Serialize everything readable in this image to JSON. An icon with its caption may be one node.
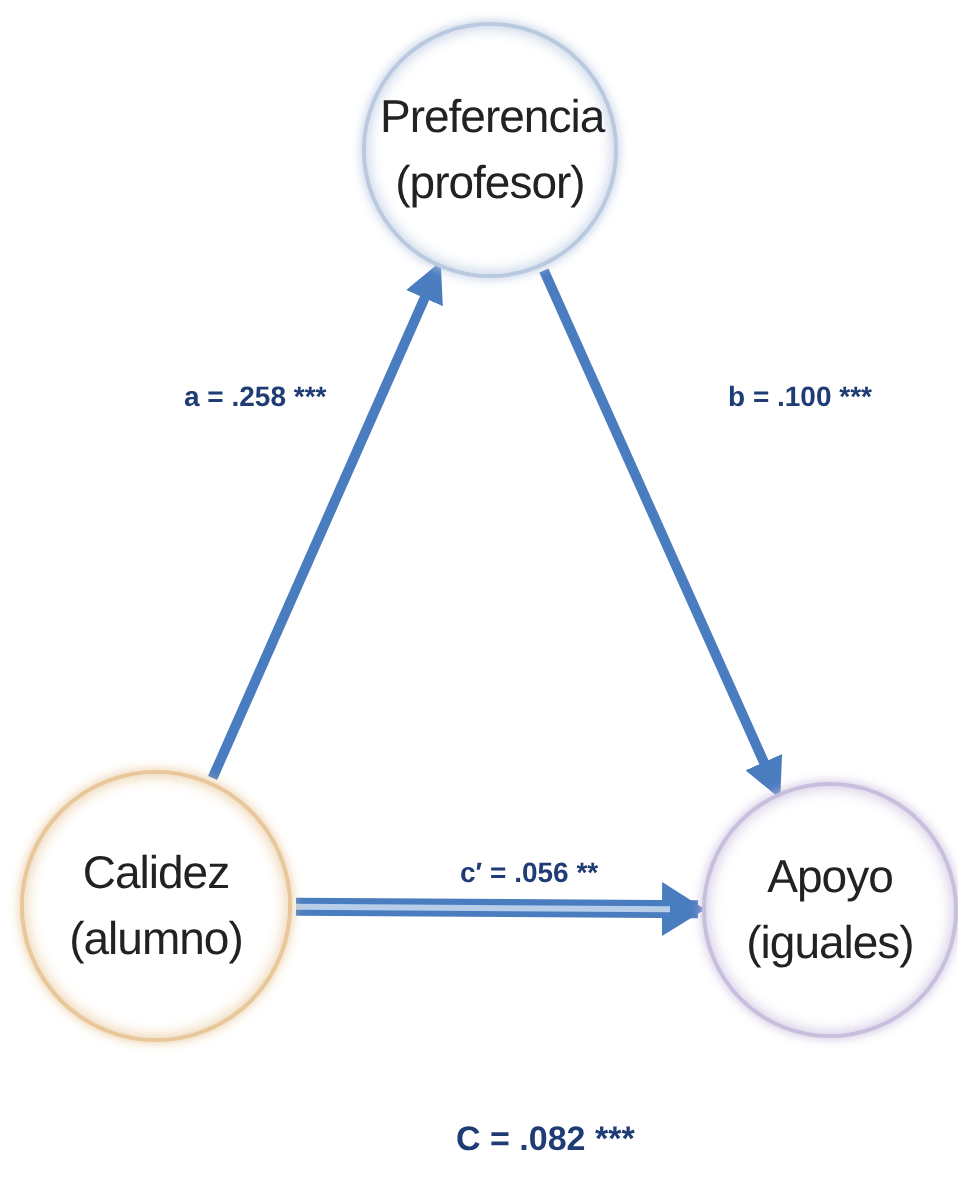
{
  "diagram": {
    "nodes": [
      {
        "text": [
          "Preferencia (profesor)"
        ]
      },
      {
        "text": [
          "Calidez (alumno)"
        ]
      },
      {
        "text": [
          "Apoyo (iguales)"
        ]
      }
    ],
    "edges": [
      {
        "from": 1,
        "to": 0,
        "arrow": "to",
        "label": "a = .258 ***"
      },
      {
        "from": 0,
        "to": 2,
        "arrow": "to",
        "label": "b = .100 ***"
      },
      {
        "from": 1,
        "to": 2,
        "arrow": "to",
        "label": "c′ = .056 **",
        "style": "thick"
      }
    ],
    "labels": [
      "C = .082 ***"
    ]
  }
}
